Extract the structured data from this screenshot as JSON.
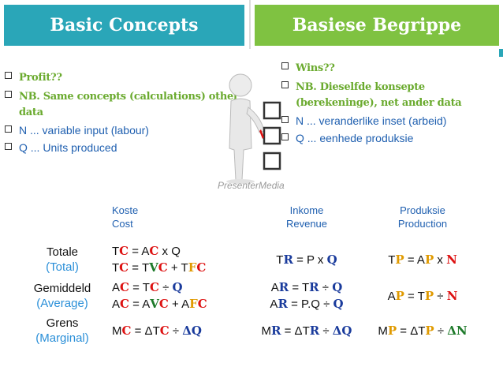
{
  "header": {
    "left_title": "Basic Concepts",
    "right_title": "Basiese Begrippe"
  },
  "left_bullets": [
    {
      "text": "Profit??",
      "style": "serif"
    },
    {
      "text": "NB. Same concepts (calculations) other data",
      "style": "serif"
    },
    {
      "text": "N ... variable input (labour)",
      "style": "plain"
    },
    {
      "text": "Q ... Units produced",
      "style": "plain"
    }
  ],
  "right_bullets": [
    {
      "text": "Wins??",
      "style": "serif"
    },
    {
      "text": "NB. Dieselfde konsepte (berekeninge), net ander data",
      "style": "serif"
    },
    {
      "text": "N ... veranderlike inset (arbeid)",
      "style": "plain"
    },
    {
      "text": "Q ... eenhede produksie",
      "style": "plain"
    }
  ],
  "watermark": "PresenterMedia",
  "table": {
    "columns": [
      {
        "line1": "Koste",
        "line2": "Cost"
      },
      {
        "line1": "Inkome",
        "line2": "Revenue"
      },
      {
        "line1": "Produksie",
        "line2": "Production"
      }
    ],
    "rows": [
      {
        "label": "Totale",
        "sub": "(Total)"
      },
      {
        "label": "Gemiddeld",
        "sub": "(Average)"
      },
      {
        "label": "Grens",
        "sub": "(Marginal)"
      }
    ]
  },
  "colors": {
    "header_left": "#2aa6b8",
    "header_right": "#7fc241"
  }
}
